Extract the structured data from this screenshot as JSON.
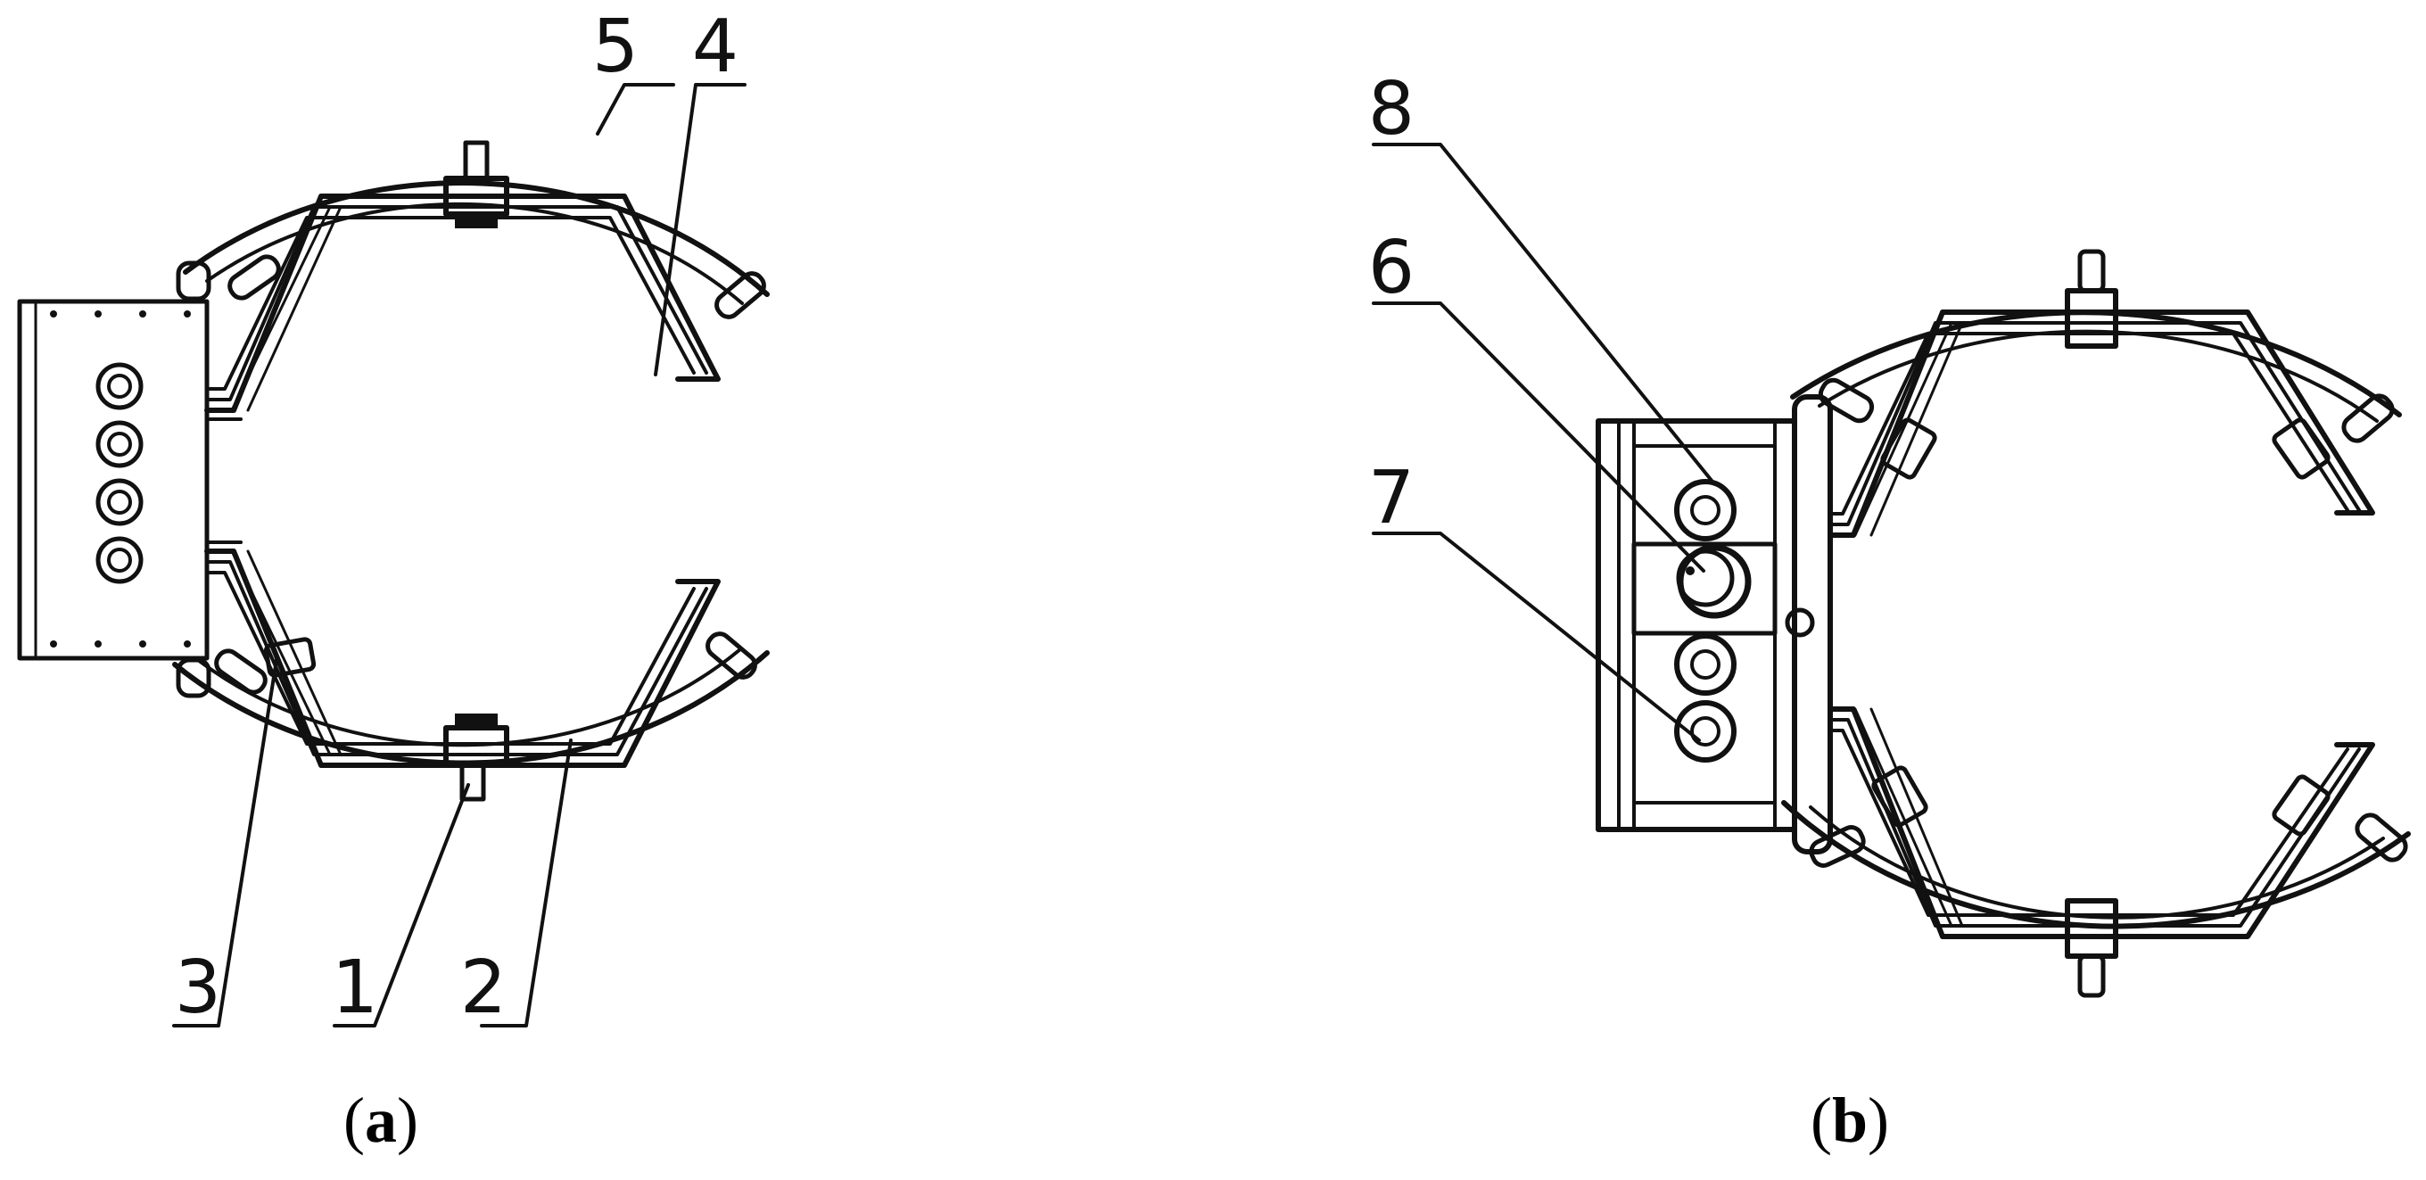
{
  "panel_a": {
    "caption_letter": "a",
    "part_labels": {
      "p1": "1",
      "p2": "2",
      "p3": "3",
      "p4": "4",
      "p5": "5"
    }
  },
  "panel_b": {
    "caption_letter": "b",
    "part_labels": {
      "p6": "6",
      "p7": "7",
      "p8": "8"
    }
  }
}
